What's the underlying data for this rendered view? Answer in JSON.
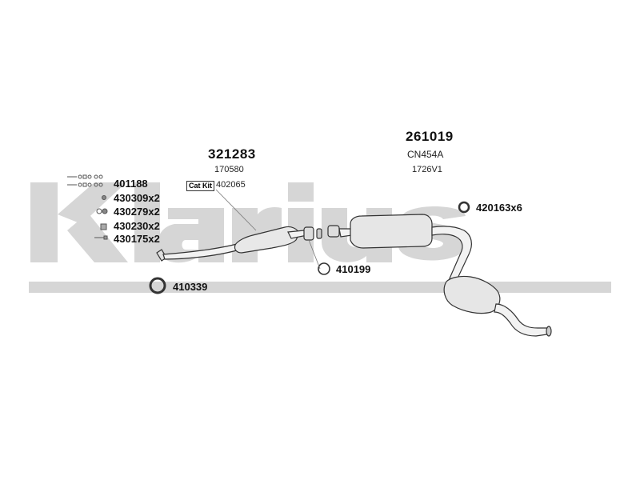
{
  "watermark": {
    "text": "klarius",
    "color": "#d6d6d6"
  },
  "assemblies": {
    "front": {
      "part": "321283",
      "sub_part": "170580",
      "cat_kit_label": "Cat Kit",
      "cat_kit_part": "402065"
    },
    "rear": {
      "part": "261019",
      "code1": "CN454A",
      "code2": "1726V1"
    }
  },
  "fittings": [
    {
      "label": "401188"
    },
    {
      "label": "430309x2"
    },
    {
      "label": "430279x2"
    },
    {
      "label": "430230x2"
    },
    {
      "label": "430175x2"
    }
  ],
  "rings": {
    "ring1": "410339",
    "ring2": "410199",
    "ring3": "420163x6"
  }
}
